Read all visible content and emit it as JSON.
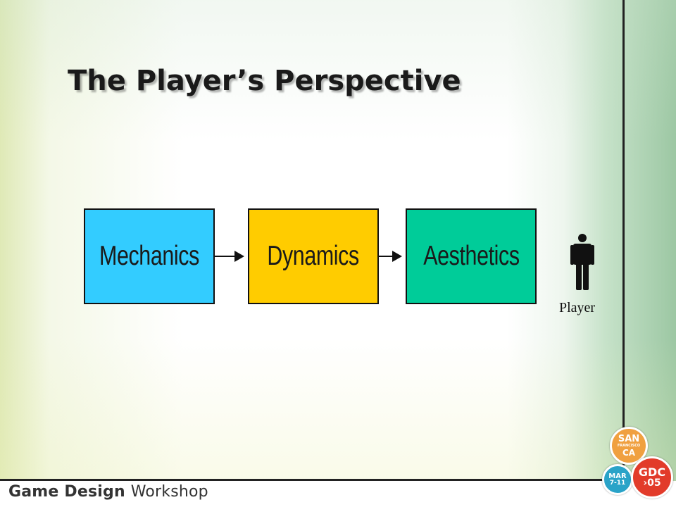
{
  "slide": {
    "title": "The Player’s Perspective",
    "footer": {
      "word1": "Game Design",
      "word2": "Workshop"
    }
  },
  "diagram": {
    "boxes": [
      {
        "label": "Mechanics",
        "color": "#33ccff"
      },
      {
        "label": "Dynamics",
        "color": "#ffcc00"
      },
      {
        "label": "Aesthetics",
        "color": "#00cc99"
      }
    ],
    "arrows": [
      {
        "from": "Mechanics",
        "to": "Dynamics"
      },
      {
        "from": "Dynamics",
        "to": "Aesthetics"
      }
    ],
    "player": {
      "icon": "person-icon",
      "label": "Player"
    }
  },
  "logo": {
    "badge_city": {
      "line1": "SAN",
      "line2": "FRANCISCO",
      "line3": "CA"
    },
    "badge_date": {
      "line1": "MAR",
      "line2": "7-11"
    },
    "badge_event": {
      "line1": "GDC",
      "line2": "›05"
    }
  }
}
